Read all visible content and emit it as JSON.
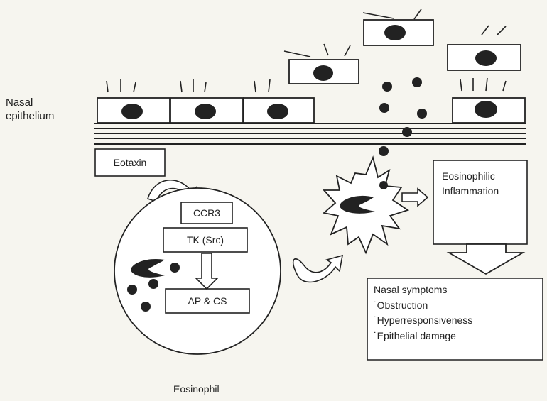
{
  "epithelium_label": [
    "Nasal",
    "epithelium"
  ],
  "eotaxin": "Eotaxin",
  "ccr3": "CCR3",
  "tk": "TK (Src)",
  "ap_cs": "AP & CS",
  "eosinophil": "Eosinophil",
  "inflammation": [
    "Eosinophilic",
    "Inflammation"
  ],
  "symptoms": {
    "title": "Nasal symptoms",
    "items": [
      "˙Obstruction",
      "˙Hyperresponsiveness",
      "˙Epithelial damage"
    ]
  },
  "colors": {
    "ink": "#222222",
    "background": "#f6f5ef",
    "box": "#ffffff"
  }
}
